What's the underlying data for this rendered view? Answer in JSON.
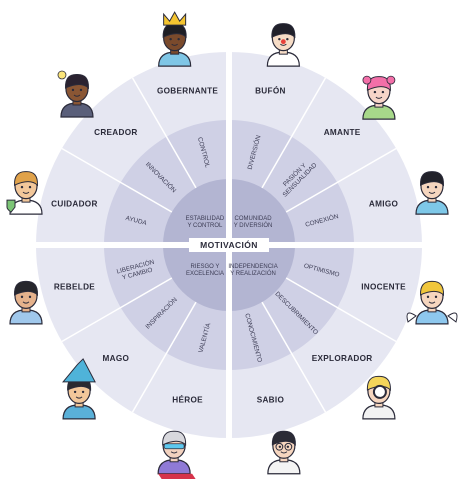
{
  "center_label": "MOTIVACIÓN",
  "quadrants": [
    {
      "core": [
        "ESTABILIDAD",
        "Y CONTROL"
      ],
      "color": "#b3b5d2"
    },
    {
      "core": [
        "COMUNIDAD",
        "Y DIVERSIÓN"
      ],
      "color": "#b3b5d2"
    },
    {
      "core": [
        "INDEPENDENCIA",
        "Y REALIZACIÓN"
      ],
      "color": "#b3b5d2"
    },
    {
      "core": [
        "RIESGO Y",
        "EXCELENCIA"
      ],
      "color": "#b3b5d2"
    }
  ],
  "archetypes": [
    {
      "name": "GOBERNANTE",
      "trait": [
        "CONTROL"
      ]
    },
    {
      "name": "CREADOR",
      "trait": [
        "INNOVACIÓN"
      ]
    },
    {
      "name": "CUIDADOR",
      "trait": [
        "AYUDA"
      ]
    },
    {
      "name": "BUFÓN",
      "trait": [
        "DIVERSIÓN"
      ]
    },
    {
      "name": "AMANTE",
      "trait": [
        "PASIÓN Y",
        "SENSUALIDAD"
      ]
    },
    {
      "name": "AMIGO",
      "trait": [
        "CONEXIÓN"
      ]
    },
    {
      "name": "INOCENTE",
      "trait": [
        "OPTIMISMO"
      ]
    },
    {
      "name": "EXPLORADOR",
      "trait": [
        "DESCUBRIMIENTO"
      ]
    },
    {
      "name": "SABIO",
      "trait": [
        "CONOCIMIENTO"
      ]
    },
    {
      "name": "HÉROE",
      "trait": [
        "VALENTÍA"
      ]
    },
    {
      "name": "MAGO",
      "trait": [
        "INSPIRACIÓN"
      ]
    },
    {
      "name": "REBELDE",
      "trait": [
        "LIBERACIÓN",
        "Y CAMBIO"
      ]
    }
  ],
  "colors": {
    "outer_ring": "#e6e7f2",
    "middle_ring": "#cfd0e5",
    "inner_ring": "#b3b5d2",
    "divider": "#ffffff",
    "text": "#2b2b3a"
  }
}
